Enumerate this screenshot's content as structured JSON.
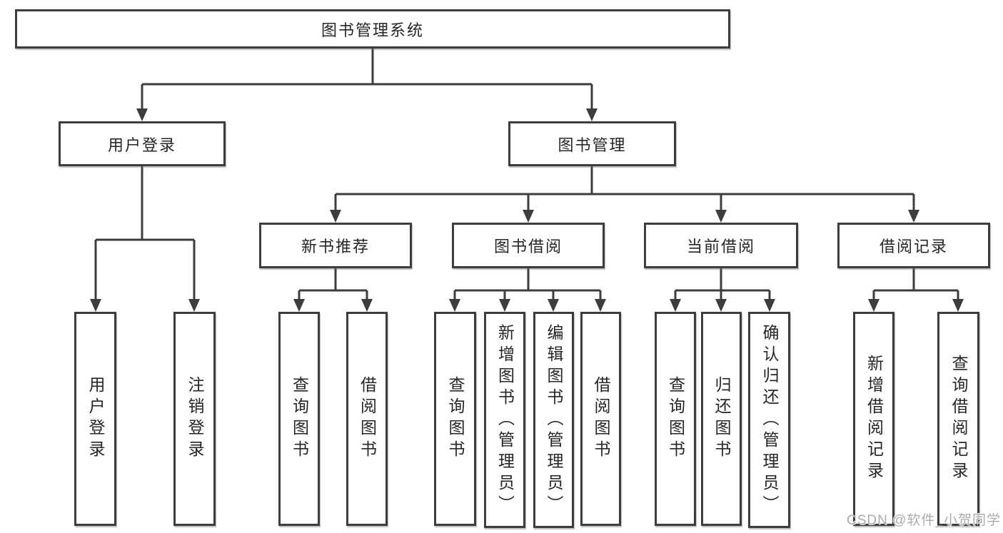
{
  "nodes": {
    "root": "图书管理系统",
    "user_login": "用户登录",
    "book_mgmt": "图书管理",
    "new_books": "新书推荐",
    "book_borrow": "图书借阅",
    "current_borrow": "当前借阅",
    "borrow_records": "借阅记录"
  },
  "leaves": {
    "user_login": [
      "用户登录",
      "注销登录"
    ],
    "new_books": [
      "查询图书",
      "借阅图书"
    ],
    "book_borrow": [
      "查询图书",
      "新增图书（管理员）",
      "编辑图书（管理员）",
      "借阅图书"
    ],
    "current_borrow": [
      "查询图书",
      "归还图书",
      "确认归还（管理员）"
    ],
    "borrow_records": [
      "新增借阅记录",
      "查询借阅记录"
    ]
  },
  "watermark": "CSDN @软件_小贺同学",
  "colors": {
    "line": "#3d3d3d",
    "text": "#262626",
    "watermark": "#ababab",
    "background": "#ffffff"
  }
}
